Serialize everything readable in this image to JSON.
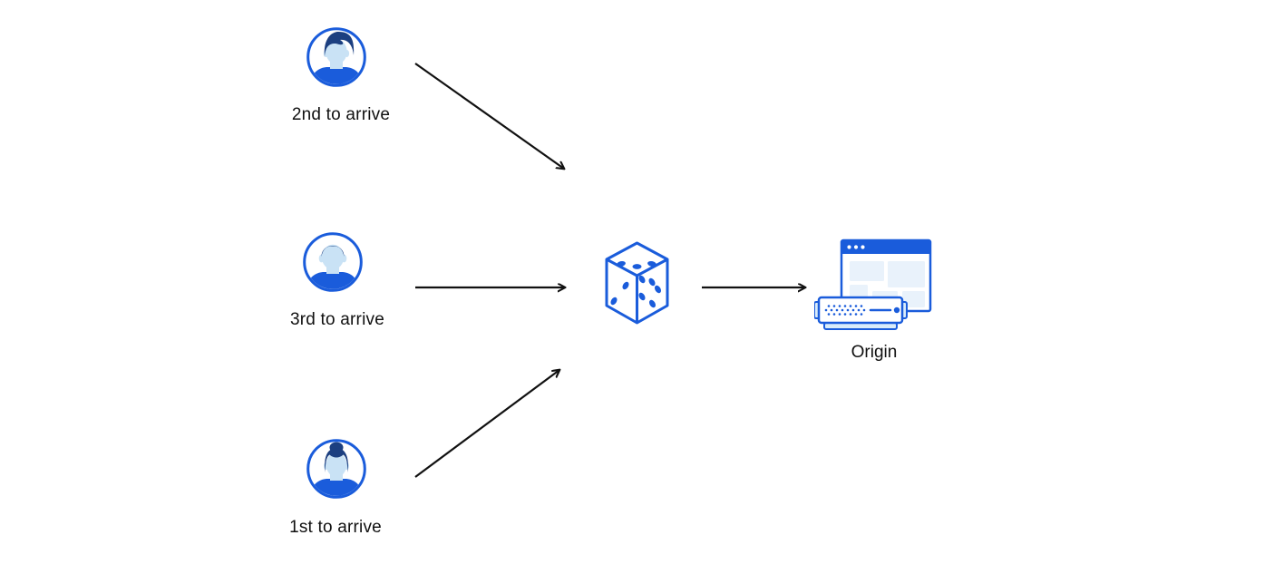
{
  "diagram": {
    "users": [
      {
        "label": "2nd to arrive",
        "icon": "male-avatar-swept-hair-icon"
      },
      {
        "label": "3rd to arrive",
        "icon": "male-avatar-short-hair-icon"
      },
      {
        "label": "1st to arrive",
        "icon": "female-avatar-bun-icon"
      }
    ],
    "dice": {
      "icon": "dice-icon"
    },
    "origin": {
      "label": "Origin",
      "icon": "origin-server-icon"
    },
    "arrows": [
      {
        "name": "arrow-user-2nd-to-dice",
        "direction": "diagonal-down-right"
      },
      {
        "name": "arrow-user-3rd-to-dice",
        "direction": "horizontal-right"
      },
      {
        "name": "arrow-user-1st-to-dice",
        "direction": "diagonal-up-right"
      },
      {
        "name": "arrow-dice-to-origin",
        "direction": "horizontal-right"
      }
    ]
  },
  "colors": {
    "primary_blue": "#1a5cdb",
    "dark_navy": "#1c3f80",
    "face_blue": "#c9e2f5",
    "pale_blue": "#e9f2fb",
    "server_tab_blue": "#d9ecfa",
    "arrow_color": "#111111",
    "text_color": "#101010",
    "background": "#ffffff"
  }
}
